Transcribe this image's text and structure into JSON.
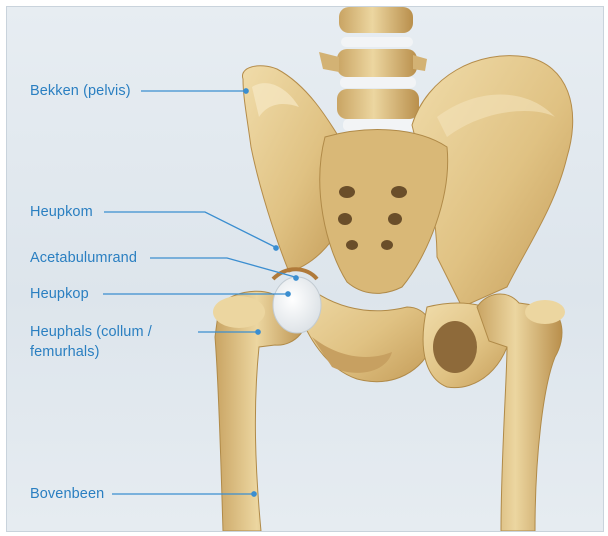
{
  "labels": {
    "pelvis": "Bekken (pelvis)",
    "hip_socket": "Heupkom",
    "acetabular_rim": "Acetabulumrand",
    "femoral_head": "Heupkop",
    "femoral_neck_line1": "Heuphals (collum /",
    "femoral_neck_line2": "femurhals)",
    "thigh_bone": "Bovenbeen"
  },
  "colors": {
    "label_text": "#2a7fc1",
    "leader_line": "#3b8ed0",
    "bone": "#e2c58a",
    "bone_shadow": "#b8924e",
    "cartilage": "#f4f6f8",
    "background": "#e3e9ee"
  }
}
